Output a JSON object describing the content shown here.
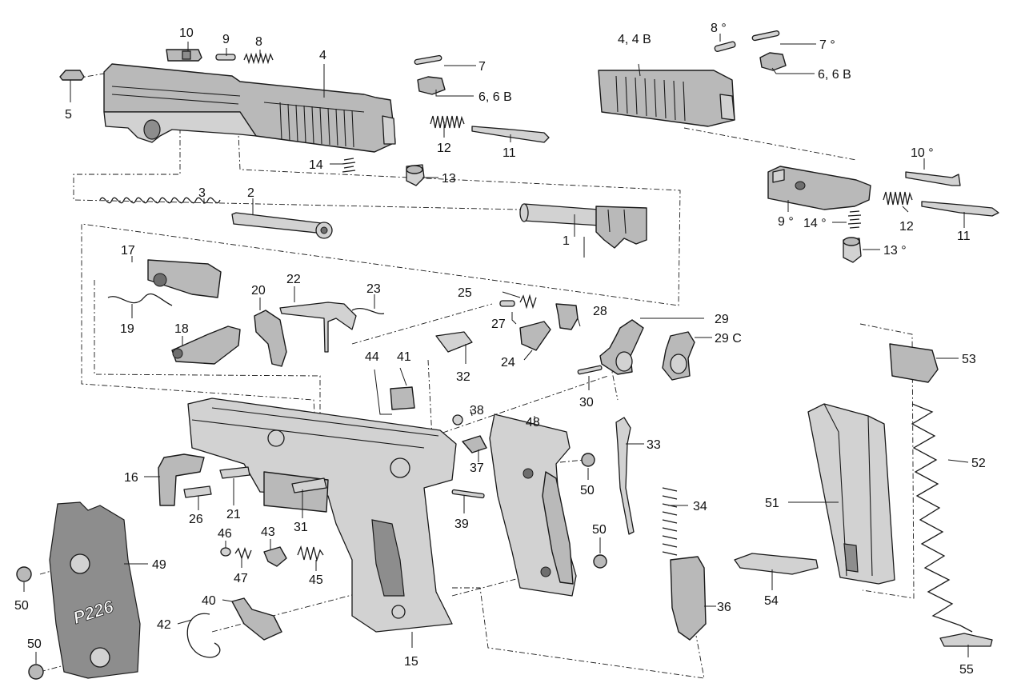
{
  "labels": {
    "l1": "1",
    "l2": "2",
    "l3": "3",
    "l4": "4",
    "l5": "5",
    "l6": "6, 6 B",
    "l7": "7",
    "l8": "8",
    "l9": "9",
    "l10": "10",
    "l11": "11",
    "l12": "12",
    "l13": "13",
    "l14": "14",
    "l15": "15",
    "l16": "16",
    "l17": "17",
    "l18": "18",
    "l19": "19",
    "l20": "20",
    "l21": "21",
    "l22": "22",
    "l23": "23",
    "l24": "24",
    "l25": "25",
    "l26": "26",
    "l27": "27",
    "l28": "28",
    "l29": "29",
    "l29c": "29 C",
    "l30": "30",
    "l31": "31",
    "l32": "32",
    "l33": "33",
    "l34": "34",
    "l36": "36",
    "l37": "37",
    "l38": "38",
    "l39": "39",
    "l40": "40",
    "l41": "41",
    "l42": "42",
    "l43": "43",
    "l44": "44",
    "l45": "45",
    "l46": "46",
    "l47": "47",
    "l48": "48",
    "l49": "49",
    "l50a": "50",
    "l50b": "50",
    "l50c": "50",
    "l50d": "50",
    "l51": "51",
    "l52": "52",
    "l53": "53",
    "l54": "54",
    "l55": "55",
    "r4": "4, 4 B",
    "r8": "8 °",
    "r7": "7 °",
    "r6": "6, 6 B",
    "r10": "10 °",
    "r9": "9 °",
    "r14": "14 °",
    "r12": "12",
    "r11": "11",
    "r13": "13 °"
  },
  "grip_logo": "P226"
}
